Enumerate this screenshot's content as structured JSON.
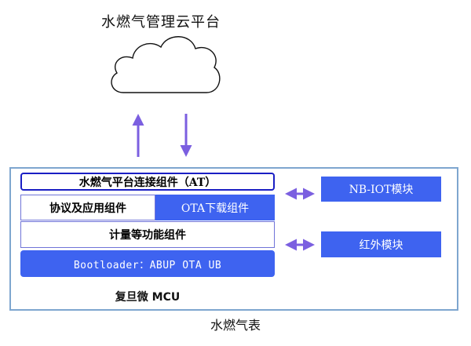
{
  "cloud": {
    "title": "水燃气管理云平台",
    "icon": "cloud-icon"
  },
  "stack": {
    "top_layer": "水燃气平台连接组件（AT）",
    "protocol_layer": "协议及应用组件",
    "ota_layer": "OTA下载组件",
    "metering_layer": "计量等功能组件",
    "bootloader_layer": "Bootloader：ABUP OTA UB",
    "mcu_label": "复旦微 MCU"
  },
  "modules": {
    "nb_iot": "NB-IOT模块",
    "infrared": "红外模块"
  },
  "meter_caption": "水燃气表",
  "colors": {
    "accent_blue": "#3e63f0",
    "border_blue": "#1a1fc4",
    "arrow_purple": "#7b5fe0",
    "frame_blue": "#7ea6cf"
  }
}
